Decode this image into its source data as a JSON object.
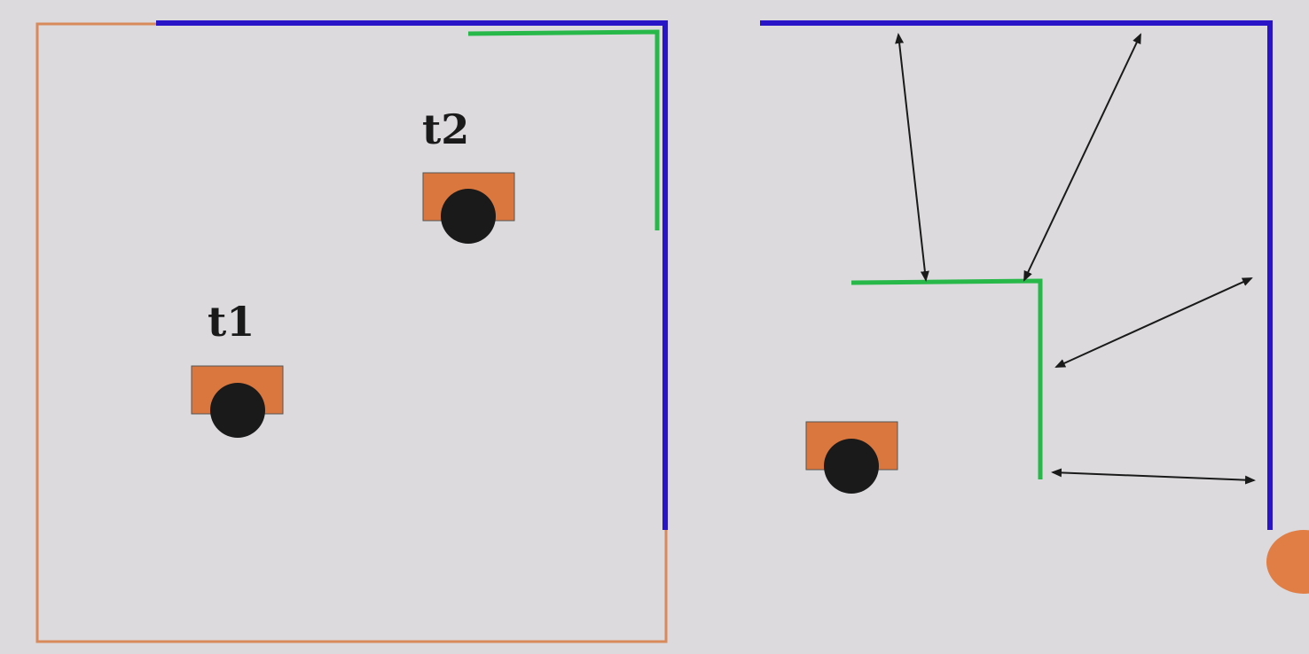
{
  "colors": {
    "background": "#dcdadd",
    "old_boundary": "#d98a5a",
    "matched_wall": "#2a14c8",
    "new_wall": "#28b84a",
    "robot_body": "#d9773f",
    "robot_wheel": "#1a1a1a",
    "arrow": "#1a1a1a",
    "landmark": "#e07e45"
  },
  "left_panel": {
    "robots": [
      {
        "label": "t1"
      },
      {
        "label": "t2"
      }
    ]
  },
  "right_panel": {
    "robot_count": 1,
    "arrow_count": 4
  }
}
